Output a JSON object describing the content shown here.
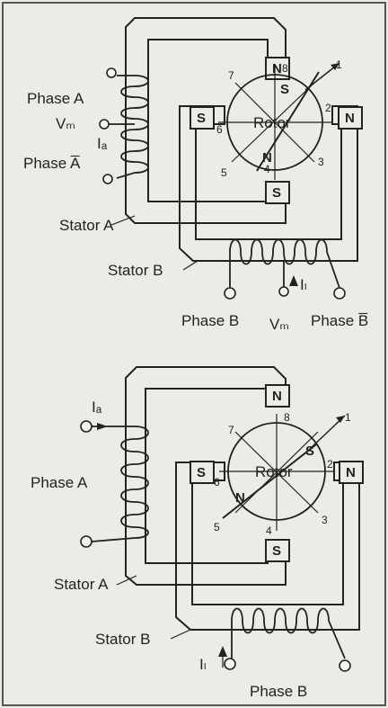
{
  "top": {
    "phase_a": "Phase A",
    "vm_left": "Vₘ",
    "ia": "Iₐ",
    "phase_a_bar": "Phase A̅",
    "stator_a": "Stator A",
    "stator_b": "Stator B",
    "rotor": "Rotor",
    "ib": "Iₗ",
    "phase_b": "Phase B",
    "vm_bottom": "Vₘ",
    "phase_b_bar": "Phase B̅",
    "pole_top": "N",
    "pole_left": "S",
    "pole_right": "N",
    "pole_bottom": "S",
    "rotor_s": "S",
    "rotor_n": "N",
    "tick_1": "1",
    "tick_2": "2",
    "tick_3": "3",
    "tick_4": "4",
    "tick_5": "5",
    "tick_6": "6",
    "tick_7": "7",
    "tick_8": "8"
  },
  "bottom": {
    "ia": "Iₐ",
    "phase_a": "Phase A",
    "stator_a": "Stator A",
    "stator_b": "Stator B",
    "rotor": "Rotor",
    "ib": "Iₗ",
    "phase_b": "Phase B",
    "pole_top": "N",
    "pole_left": "S",
    "pole_right": "N",
    "pole_bottom": "S",
    "rotor_s": "S",
    "rotor_n": "N",
    "tick_1": "1",
    "tick_2": "2",
    "tick_3": "3",
    "tick_4": "4",
    "tick_5": "5",
    "tick_6": "6",
    "tick_7": "7",
    "tick_8": "8"
  }
}
